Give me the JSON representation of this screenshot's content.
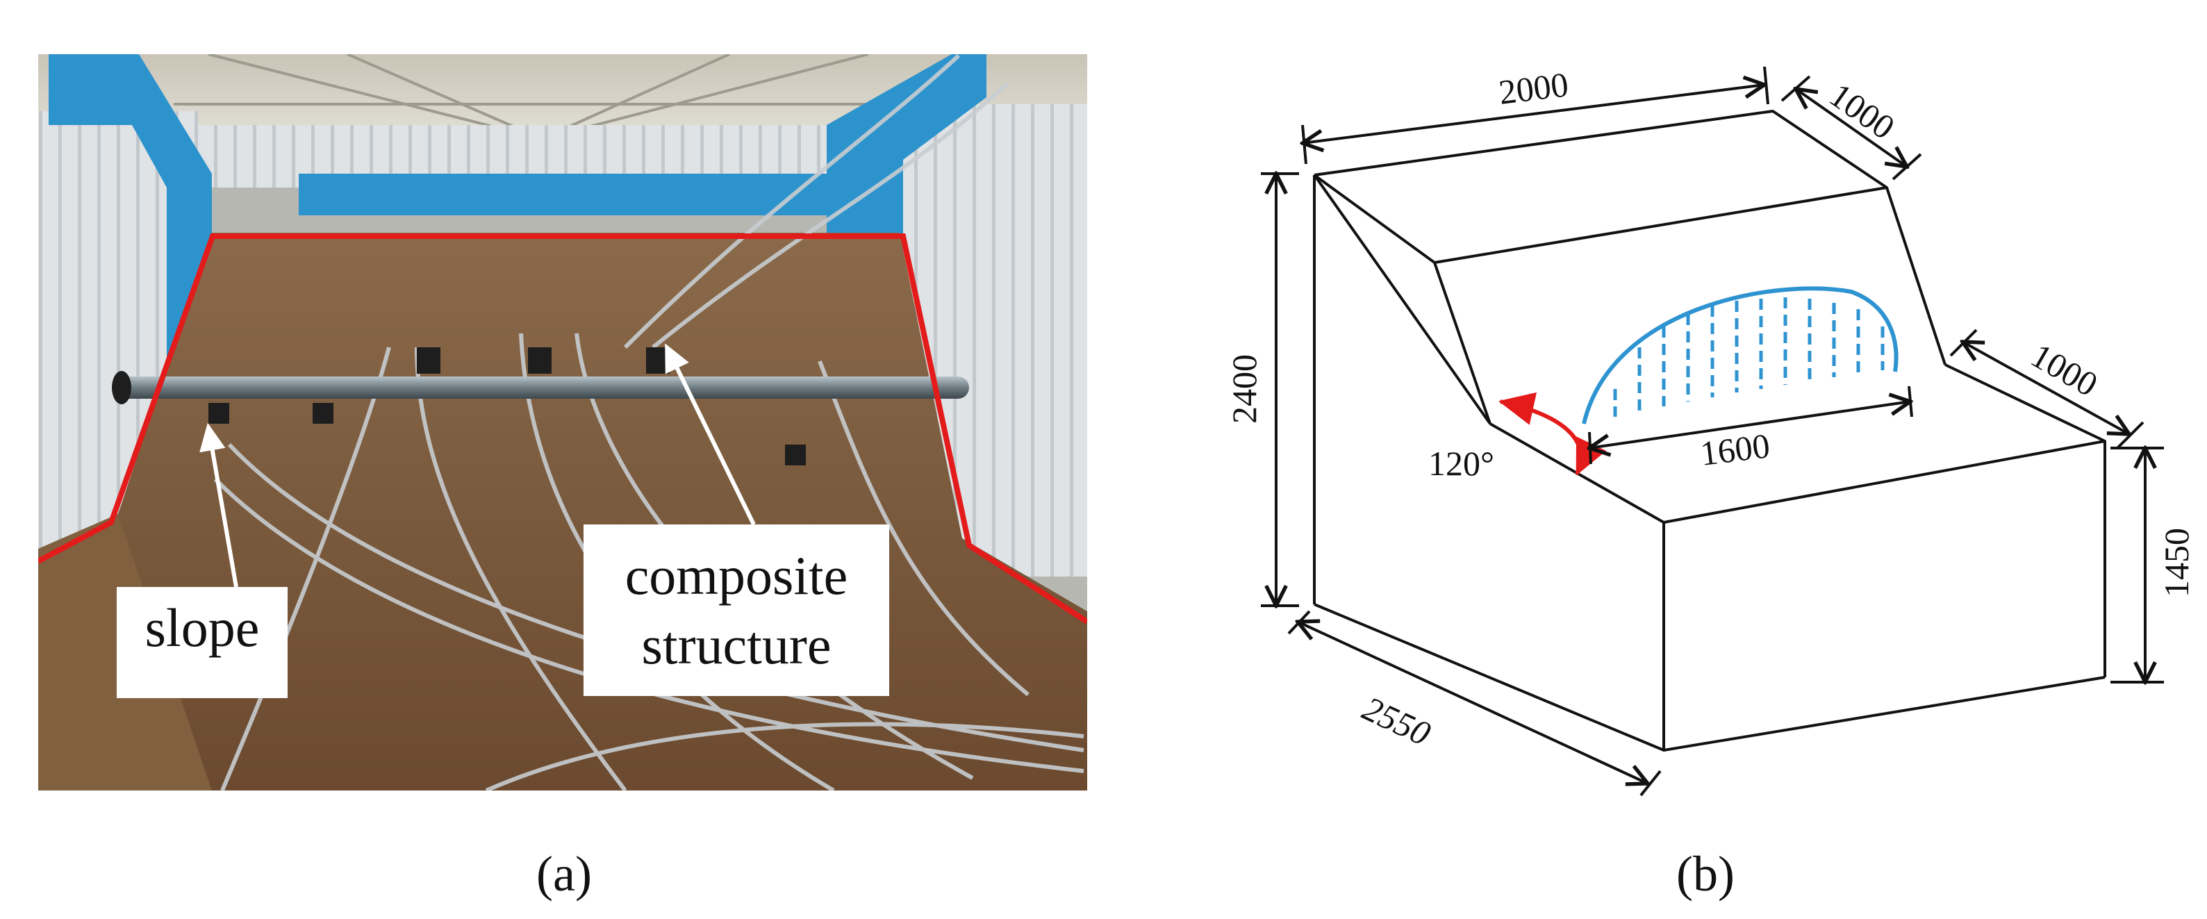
{
  "panels": {
    "a": {
      "label": "(a)"
    },
    "b": {
      "label": "(b)"
    }
  },
  "photo": {
    "callouts": {
      "slope": "slope",
      "composite_line1": "composite",
      "composite_line2": "structure"
    },
    "colors": {
      "outline": "#e41b1b",
      "soil": "#7a5a3d",
      "frame": "#2d93cc",
      "pipe": "#6f7c83",
      "wall": "#d9dee2"
    }
  },
  "diagram": {
    "dimensions": {
      "top_width": "2000",
      "top_depth": "1000",
      "height_total": "2400",
      "bench_depth": "1000",
      "cavity_width": "1600",
      "angle": "120°",
      "height_front": "1450",
      "base_length": "2550"
    },
    "colors": {
      "cavity": "#2e93d1",
      "angle_arc": "#e41b1b",
      "edges": "#111111"
    }
  }
}
